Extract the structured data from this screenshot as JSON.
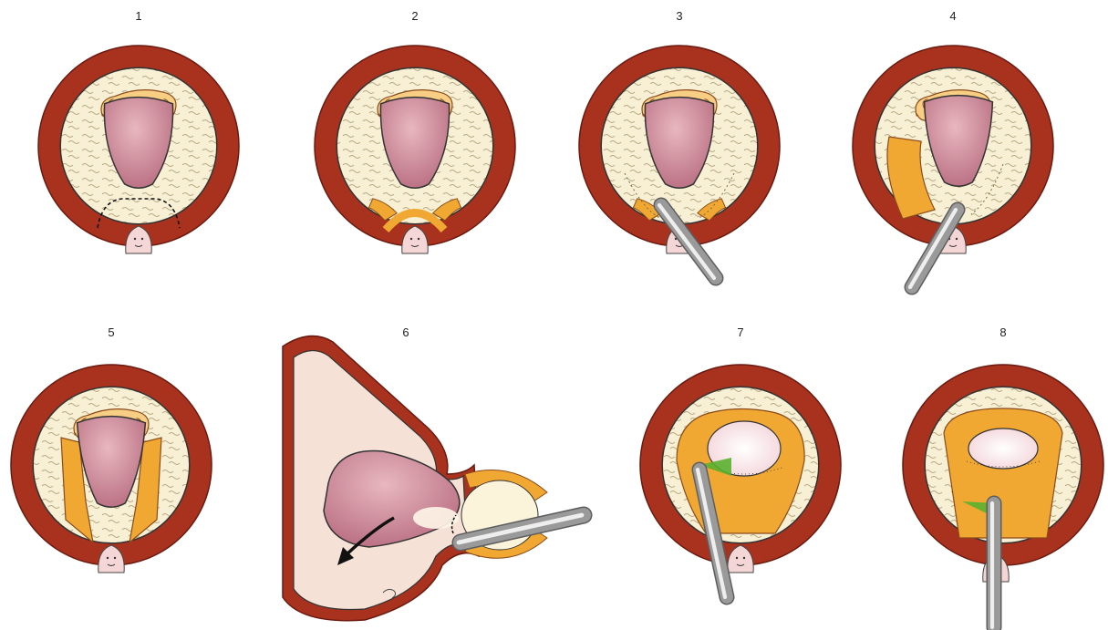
{
  "panels": [
    {
      "number": "1",
      "scope": false
    },
    {
      "number": "2",
      "scope": false
    },
    {
      "number": "3",
      "scope": true
    },
    {
      "number": "4",
      "scope": true
    },
    {
      "number": "5",
      "scope": false
    },
    {
      "number": "6",
      "scope": true
    },
    {
      "number": "7",
      "scope": true
    },
    {
      "number": "8",
      "scope": true
    }
  ],
  "colors": {
    "rim": "#a8321e",
    "rim_dark": "#6a1a10",
    "fat": "#f7f0d4",
    "fat_wave": "#b9a983",
    "prostate": "#f8cd84",
    "prostate_outline": "#8a4a1a",
    "adenoma": "#c98193",
    "adenoma_light": "#e6b2bc",
    "dissected": "#f0a832",
    "bladder_inner": "#f6e1d6",
    "neck": "#f3d9d3",
    "steel": "#9a9a9a",
    "green_beam": "#5ab02f",
    "arrow": "#111111"
  }
}
